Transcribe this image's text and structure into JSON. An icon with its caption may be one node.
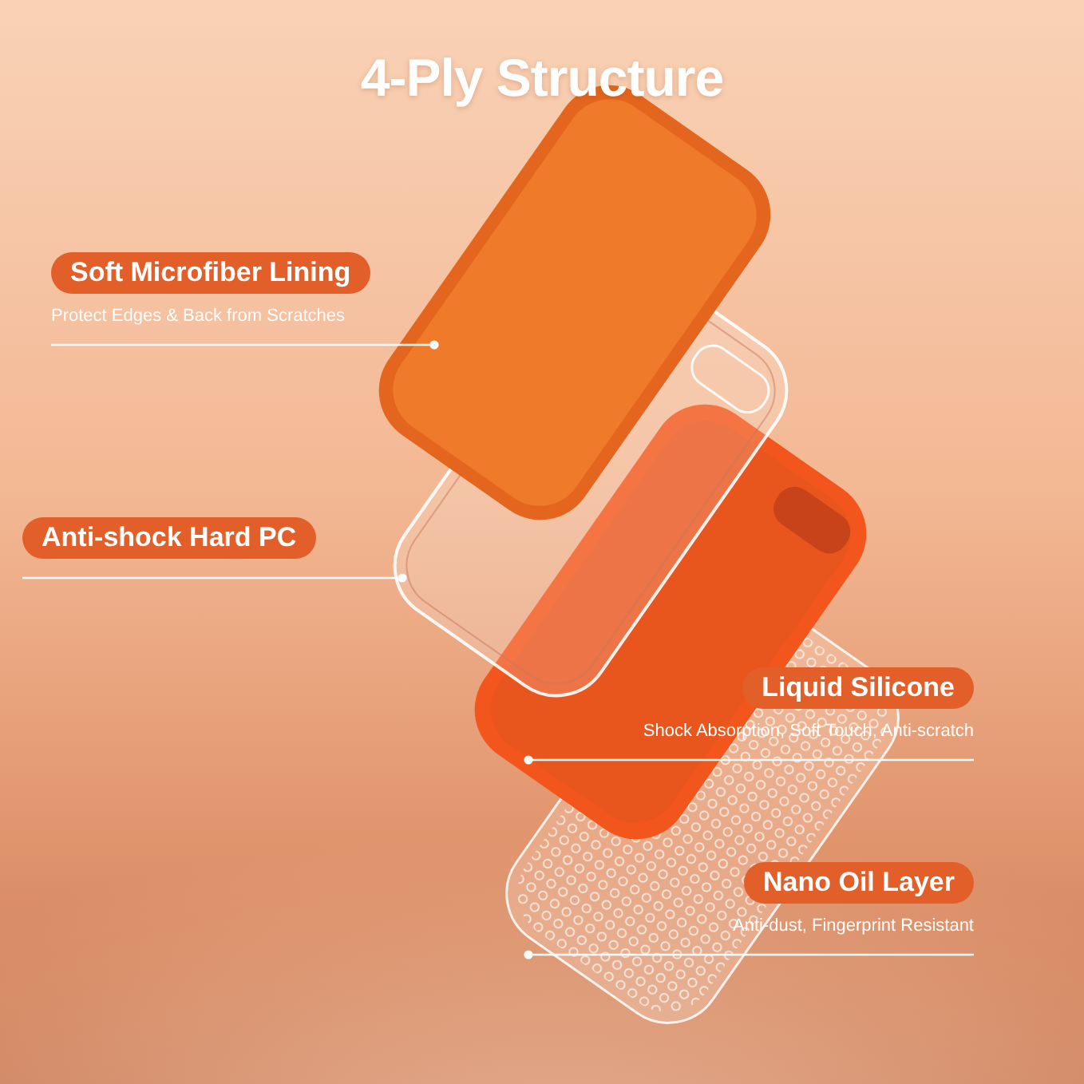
{
  "diagram": {
    "title": "4-Ply Structure",
    "nodes": [
      {
        "text": [
          "Soft Microfiber Lining",
          "Protect Edges & Back from Scratches"
        ]
      },
      {
        "text": [
          "Anti-shock Hard PC"
        ]
      },
      {
        "text": [
          "Liquid Silicone",
          "Shock Absorption, Soft Touch, Anti-scratch"
        ]
      },
      {
        "text": [
          "Nano Oil Layer",
          "Anti-dust, Fingerprint Resistant"
        ]
      },
      {
        "text": [],
        "shape": "picture"
      },
      {
        "text": [],
        "shape": "picture"
      },
      {
        "text": [],
        "shape": "picture"
      },
      {
        "text": [],
        "shape": "picture"
      }
    ],
    "edges": [
      {
        "from": 0,
        "to": 4,
        "arrow": "other"
      },
      {
        "from": 1,
        "to": 5,
        "arrow": "other"
      },
      {
        "from": 2,
        "to": 6,
        "arrow": "other"
      },
      {
        "from": 3,
        "to": 7,
        "arrow": "other"
      }
    ]
  }
}
